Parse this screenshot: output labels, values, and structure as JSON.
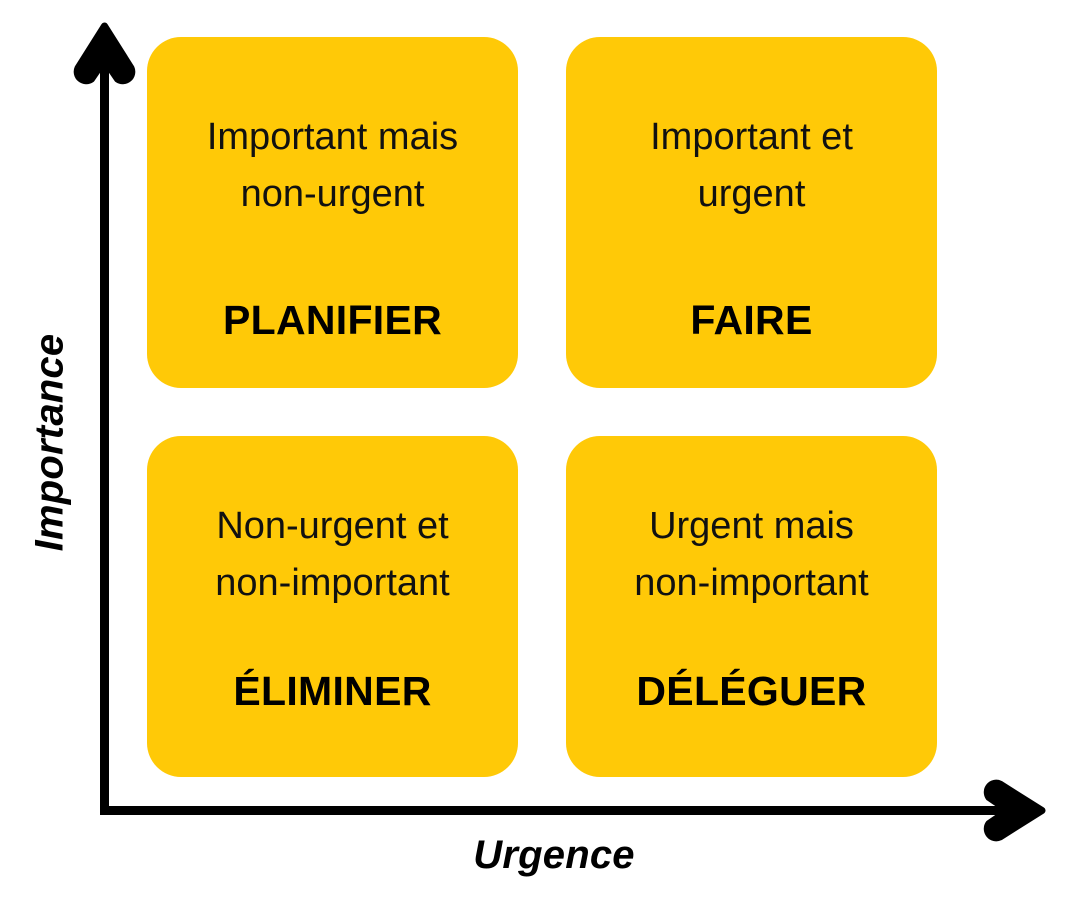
{
  "diagram": {
    "type": "eisenhower-matrix",
    "language": "fr",
    "background_color": "#FFFFFF",
    "box_color": "#FFC907",
    "text_color": "#000000",
    "axis_color": "#000000"
  },
  "axes": {
    "y": {
      "label": "Importance",
      "direction": "up",
      "arrowhead": true
    },
    "x": {
      "label": "Urgence",
      "direction": "right",
      "arrowhead": true
    }
  },
  "quadrants": [
    {
      "id": "top-left",
      "description": "Important mais\nnon-urgent",
      "action": "PLANIFIER"
    },
    {
      "id": "top-right",
      "description": "Important et\nurgent",
      "action": "FAIRE"
    },
    {
      "id": "bottom-left",
      "description": "Non-urgent et\nnon-important",
      "action": "ÉLIMINER"
    },
    {
      "id": "bottom-right",
      "description": "Urgent mais\nnon-important",
      "action": "DÉLÉGUER"
    }
  ]
}
